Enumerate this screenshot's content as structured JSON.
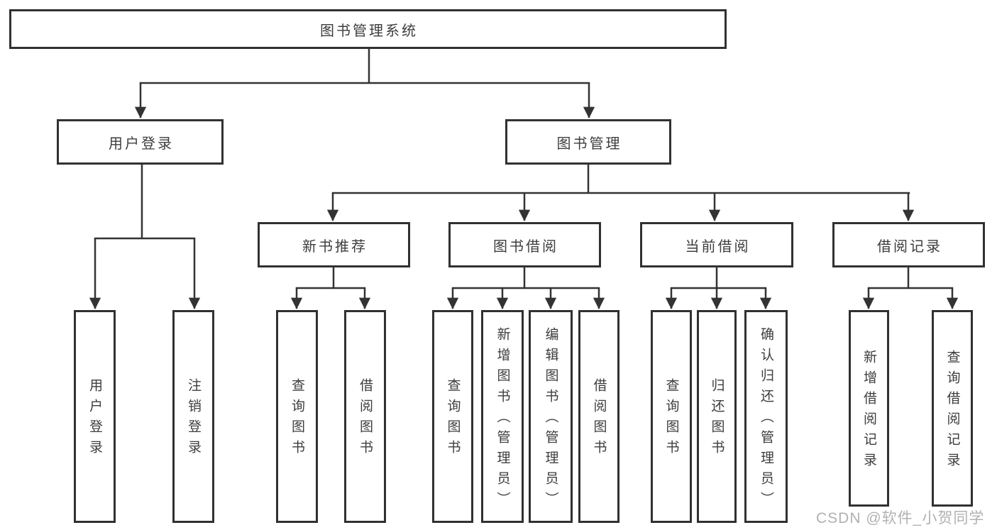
{
  "diagram": {
    "title": "图书管理系统",
    "nodes": {
      "root": {
        "label": "图书管理系统"
      },
      "user_login": {
        "label": "用户登录"
      },
      "book_management": {
        "label": "图书管理"
      },
      "new_book_recommend": {
        "label": "新书推荐"
      },
      "book_borrowing": {
        "label": "图书借阅"
      },
      "current_borrowing": {
        "label": "当前借阅"
      },
      "borrowing_records": {
        "label": "借阅记录"
      },
      "leaf_user_login": {
        "label": "用户登录"
      },
      "leaf_logout": {
        "label": "注销登录"
      },
      "leaf_rec_query_books": {
        "label": "查询图书"
      },
      "leaf_rec_borrow_books": {
        "label": "借阅图书"
      },
      "leaf_bor_query_books": {
        "label": "查询图书"
      },
      "leaf_bor_add_books": {
        "label": "新增图书（管理员）"
      },
      "leaf_bor_edit_books": {
        "label": "编辑图书（管理员）"
      },
      "leaf_bor_borrow_books": {
        "label": "借阅图书"
      },
      "leaf_cur_query_books": {
        "label": "查询图书"
      },
      "leaf_cur_return_books": {
        "label": "归还图书"
      },
      "leaf_cur_confirm_return": {
        "label": "确认归还（管理员）"
      },
      "leaf_recd_add_record": {
        "label": "新增借阅记录"
      },
      "leaf_recd_query_record": {
        "label": "查询借阅记录"
      }
    },
    "colors": {
      "line": "#333333",
      "box_border": "#313131",
      "text": "#3d3d3d",
      "background": "#ffffff"
    }
  },
  "watermark": {
    "text": "CSDN @软件_小贺同学",
    "color": "#adadad"
  }
}
